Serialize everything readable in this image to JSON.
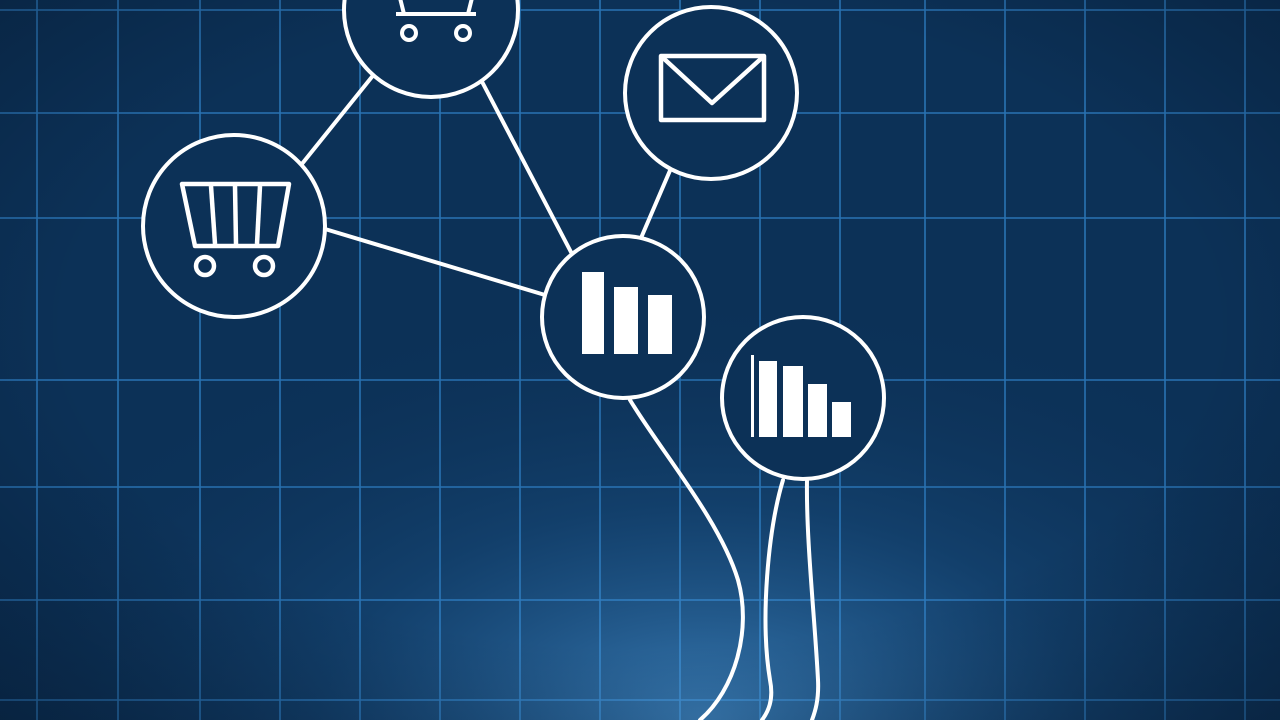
{
  "colors": {
    "background": "#0c3157",
    "grid_line": "#2f7fc4",
    "line": "#ffffff",
    "glow": "#5fb8ff"
  },
  "nodes": [
    {
      "id": "cart-top",
      "icon": "shopping-cart-icon"
    },
    {
      "id": "cart-left",
      "icon": "shopping-cart-icon"
    },
    {
      "id": "mail",
      "icon": "envelope-icon"
    },
    {
      "id": "chart-center",
      "icon": "bar-chart-icon"
    },
    {
      "id": "chart-right",
      "icon": "bar-chart-icon"
    }
  ],
  "links": [
    {
      "from": "cart-top",
      "to": "cart-left"
    },
    {
      "from": "cart-top",
      "to": "chart-center"
    },
    {
      "from": "cart-left",
      "to": "chart-center"
    },
    {
      "from": "mail",
      "to": "chart-center"
    }
  ]
}
